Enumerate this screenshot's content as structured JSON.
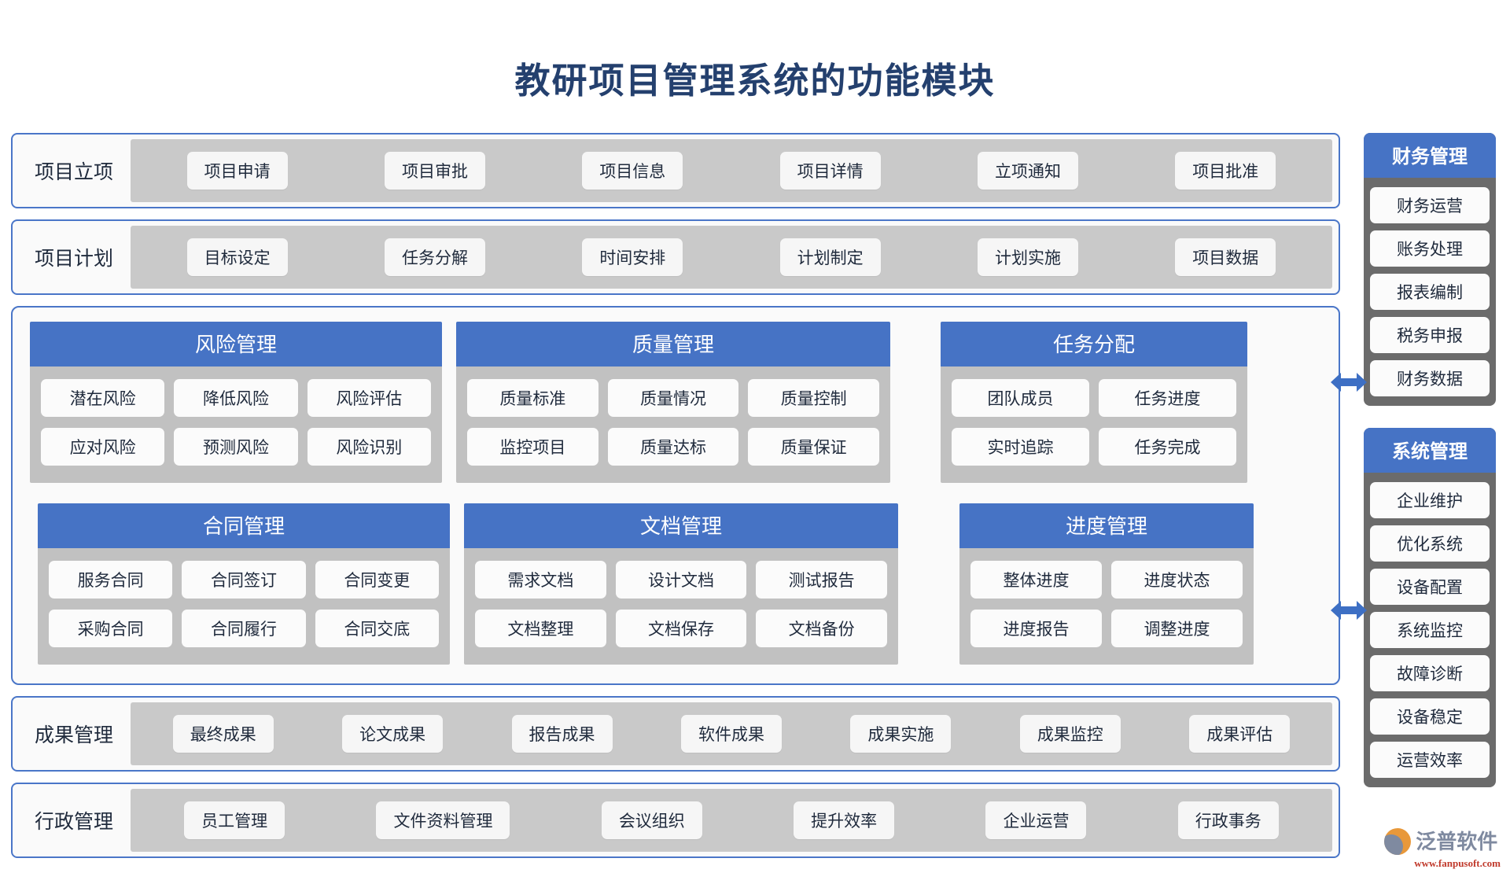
{
  "title": "教研项目管理系统的功能模块",
  "bands_top": [
    {
      "label": "项目立项",
      "items": [
        "项目申请",
        "项目审批",
        "项目信息",
        "项目详情",
        "立项通知",
        "项目批准"
      ]
    },
    {
      "label": "项目计划",
      "items": [
        "目标设定",
        "任务分解",
        "时间安排",
        "计划制定",
        "计划实施",
        "项目数据"
      ]
    }
  ],
  "cards": [
    {
      "title": "风险管理",
      "rows": [
        [
          "潜在风险",
          "降低风险",
          "风险评估"
        ],
        [
          "应对风险",
          "预测风险",
          "风险识别"
        ]
      ]
    },
    {
      "title": "质量管理",
      "rows": [
        [
          "质量标准",
          "质量情况",
          "质量控制"
        ],
        [
          "监控项目",
          "质量达标",
          "质量保证"
        ]
      ]
    },
    {
      "title": "任务分配",
      "rows": [
        [
          "团队成员",
          "任务进度"
        ],
        [
          "实时追踪",
          "任务完成"
        ]
      ]
    },
    {
      "title": "合同管理",
      "rows": [
        [
          "服务合同",
          "合同签订",
          "合同变更"
        ],
        [
          "采购合同",
          "合同履行",
          "合同交底"
        ]
      ]
    },
    {
      "title": "文档管理",
      "rows": [
        [
          "需求文档",
          "设计文档",
          "测试报告"
        ],
        [
          "文档整理",
          "文档保存",
          "文档备份"
        ]
      ]
    },
    {
      "title": "进度管理",
      "rows": [
        [
          "整体进度",
          "进度状态"
        ],
        [
          "进度报告",
          "调整进度"
        ]
      ]
    }
  ],
  "bands_bottom": [
    {
      "label": "成果管理",
      "items": [
        "最终成果",
        "论文成果",
        "报告成果",
        "软件成果",
        "成果实施",
        "成果监控",
        "成果评估"
      ]
    },
    {
      "label": "行政管理",
      "items": [
        "员工管理",
        "文件资料管理",
        "会议组织",
        "提升效率",
        "企业运营",
        "行政事务"
      ]
    }
  ],
  "side_panels": [
    {
      "title": "财务管理",
      "items": [
        "财务运营",
        "账务处理",
        "报表编制",
        "税务申报",
        "财务数据"
      ]
    },
    {
      "title": "系统管理",
      "items": [
        "企业维护",
        "优化系统",
        "设备配置",
        "系统监控",
        "故障诊断",
        "设备稳定",
        "运营效率"
      ]
    }
  ],
  "logo": {
    "name": "泛普软件",
    "url": "www.fanpusoft.com"
  },
  "colors": {
    "title": "#24406e",
    "accent_blue": "#4673c5",
    "band_border": "#4a76c8",
    "panel_gray": "#6b6b6b",
    "card_body_gray": "#c1c1c1",
    "band_items_gray": "#c9c9c9",
    "pill_white": "#fbfbfb"
  }
}
